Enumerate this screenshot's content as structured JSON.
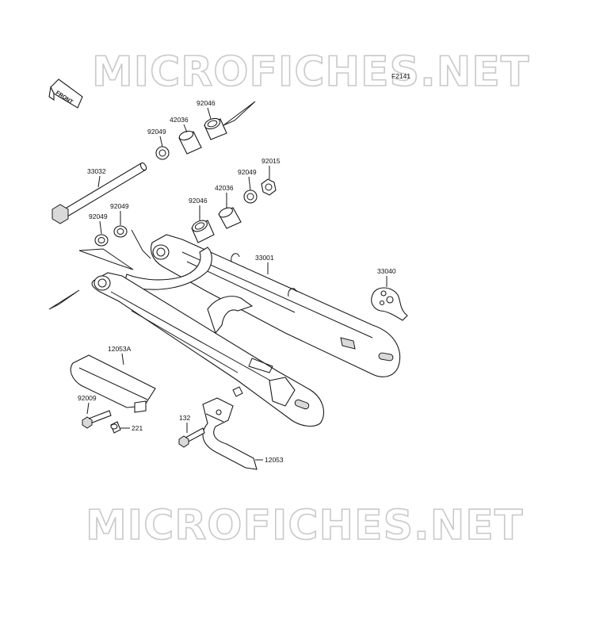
{
  "watermark": {
    "top": "MICROFICHES.NET",
    "bottom": "MICROFICHES.NET"
  },
  "figure_code": "F2141",
  "front_badge": "FRONT",
  "parts": {
    "p92046_top": "92046",
    "p42036_top": "42036",
    "p92049_top": "92049",
    "p33032": "33032",
    "p92049_left_a": "92049",
    "p92049_left_b": "92049",
    "p92046_mid": "92046",
    "p42036_mid": "42036",
    "p92049_mid": "92049",
    "p92015": "92015",
    "p33001": "33001",
    "p33040": "33040",
    "p12053A": "12053A",
    "p92009": "92009",
    "p221": "221",
    "p132": "132",
    "p12053": "12053"
  }
}
